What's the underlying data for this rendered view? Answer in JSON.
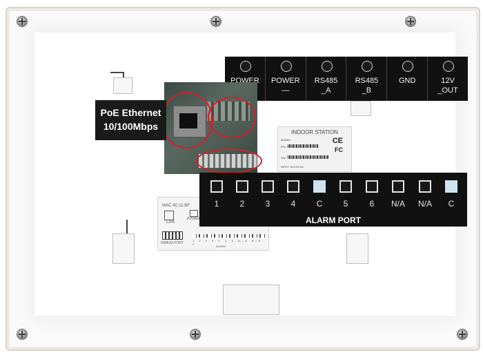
{
  "power_terminals": [
    {
      "label": "POWER\n+"
    },
    {
      "label": "POWER\n—"
    },
    {
      "label": "RS485\n_A"
    },
    {
      "label": "RS485\n_B"
    },
    {
      "label": "GND"
    },
    {
      "label": "12V\n_OUT"
    }
  ],
  "poe_label": {
    "line1": "PoE Ethernet",
    "line2": "10/100Mbps"
  },
  "indoor_sticker": {
    "title": "INDOOR STATION",
    "model": "MODEL:",
    "pn": "P/N:",
    "sn": "S/N:",
    "input": "INPUT: DC12V/1A",
    "ce": "CE",
    "fc": "FC"
  },
  "alarm_port": {
    "title": "ALARM PORT",
    "terminals": [
      "1",
      "2",
      "3",
      "4",
      "C",
      "5",
      "6",
      "N/A",
      "N/A",
      "C"
    ]
  },
  "mac_sticker": {
    "mac": "MAC 4C:11:BF",
    "lan": "LAN",
    "power": "POWER",
    "debug": "DEBUG PORT",
    "alarm": "ALARM",
    "alarm_nums": "1 2 3 4 C 5 6 N/A N/A C"
  },
  "colors": {
    "highlight_circle": "#d21f2a",
    "label_bg": "#111111",
    "common_terminal": "#cfe3ee"
  }
}
